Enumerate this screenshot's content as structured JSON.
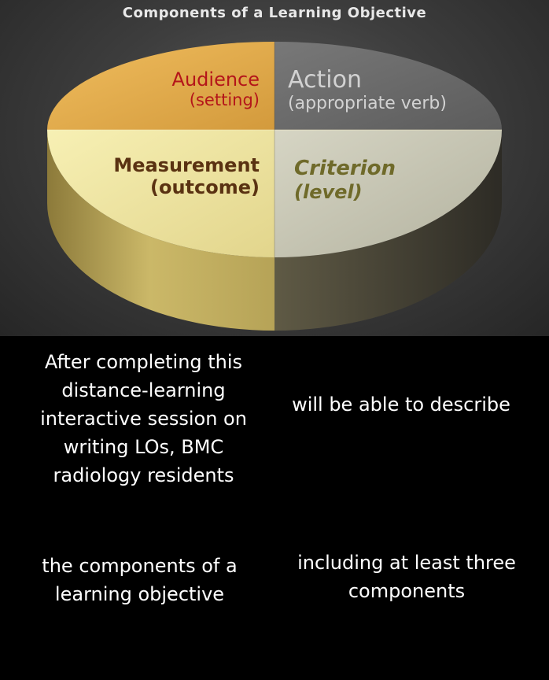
{
  "title": "Components of a Learning Objective",
  "segments": {
    "audience": {
      "label": "Audience",
      "sublabel": "(setting)",
      "color": "#e3a74b"
    },
    "action": {
      "label": "Action",
      "sublabel": "(appropriate verb)",
      "color": "#6c6c6c"
    },
    "measurement": {
      "label": "Measurement",
      "sublabel": "(outcome)",
      "color": "#ece39e"
    },
    "criterion": {
      "label": "Criterion",
      "sublabel": "(level)",
      "color": "#c9c8b6"
    }
  },
  "example": {
    "audience_text": "After completing this distance-learning interactive session on writing LOs, BMC radiology residents",
    "action_text": "will be able to describe",
    "measurement_text": "the components of a learning objective",
    "criterion_text": "including at least three components"
  }
}
